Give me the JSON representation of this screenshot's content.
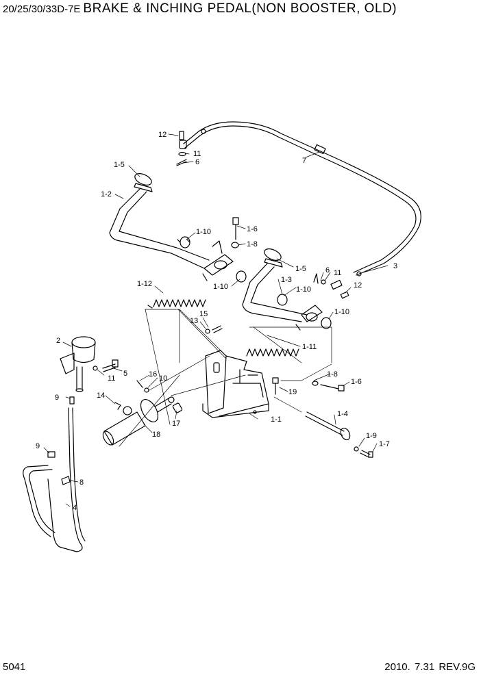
{
  "header": {
    "model": "20/25/30/33D-7E",
    "title": "BRAKE & INCHING PEDAL(NON BOOSTER, OLD)"
  },
  "footer": {
    "page_number": "5041",
    "revision": "2010. 7.31  REV.9G"
  },
  "callouts": [
    "12",
    "11",
    "6",
    "7",
    "1-5",
    "1-2",
    "1-10",
    "1-6",
    "1-8",
    "1-5",
    "1-3",
    "6",
    "11",
    "12",
    "3",
    "1-10",
    "1-10",
    "1-12",
    "1-10",
    "15",
    "13",
    "1-11",
    "2",
    "5",
    "11",
    "16",
    "10",
    "1-8",
    "1-6",
    "19",
    "9",
    "14",
    "17",
    "18",
    "1-1",
    "1-4",
    "1-9",
    "1-7",
    "9",
    "8",
    "4"
  ]
}
